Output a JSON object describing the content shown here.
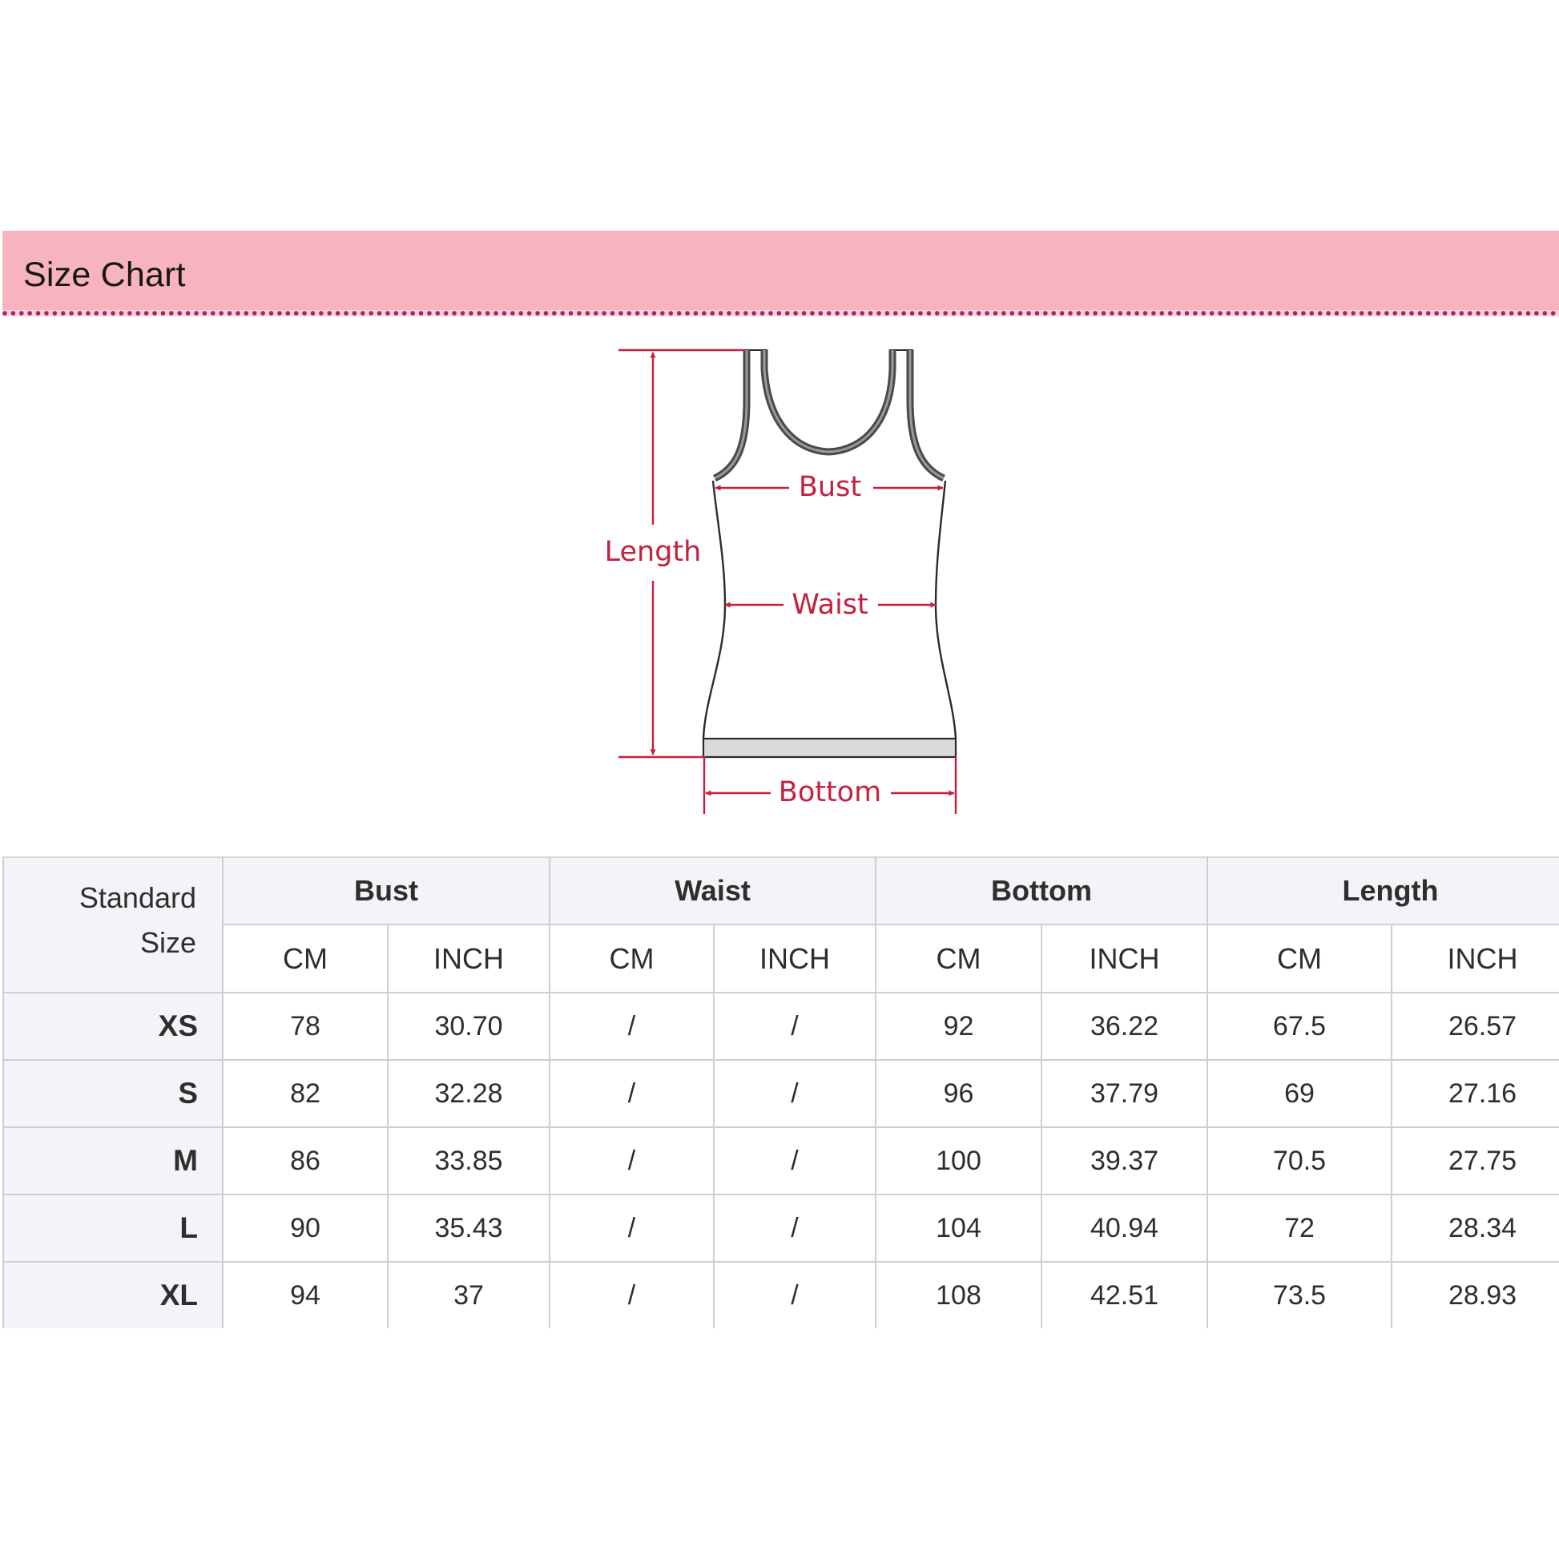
{
  "header": {
    "title": "Size Chart",
    "bar_color": "#f8b4be",
    "dots_color": "#a3285e"
  },
  "diagram": {
    "garment": "tank top",
    "label_color": "#c4213f",
    "labels": {
      "length": "Length",
      "bust": "Bust",
      "waist": "Waist",
      "bottom": "Bottom"
    }
  },
  "table": {
    "corner_label_line1": "Standard",
    "corner_label_line2": "Size",
    "groups": [
      {
        "label": "Bust"
      },
      {
        "label": "Waist"
      },
      {
        "label": "Bottom"
      },
      {
        "label": "Length"
      }
    ],
    "units": [
      "CM",
      "INCH",
      "CM",
      "INCH",
      "CM",
      "INCH",
      "CM",
      "INCH"
    ],
    "rows": [
      {
        "size": "XS",
        "values": [
          "78",
          "30.70",
          "/",
          "/",
          "92",
          "36.22",
          "67.5",
          "26.57"
        ]
      },
      {
        "size": "S",
        "values": [
          "82",
          "32.28",
          "/",
          "/",
          "96",
          "37.79",
          "69",
          "27.16"
        ]
      },
      {
        "size": "M",
        "values": [
          "86",
          "33.85",
          "/",
          "/",
          "100",
          "39.37",
          "70.5",
          "27.75"
        ]
      },
      {
        "size": "L",
        "values": [
          "90",
          "35.43",
          "/",
          "/",
          "104",
          "40.94",
          "72",
          "28.34"
        ]
      },
      {
        "size": "XL",
        "values": [
          "94",
          "37",
          "/",
          "/",
          "108",
          "42.51",
          "73.5",
          "28.93"
        ]
      }
    ]
  }
}
